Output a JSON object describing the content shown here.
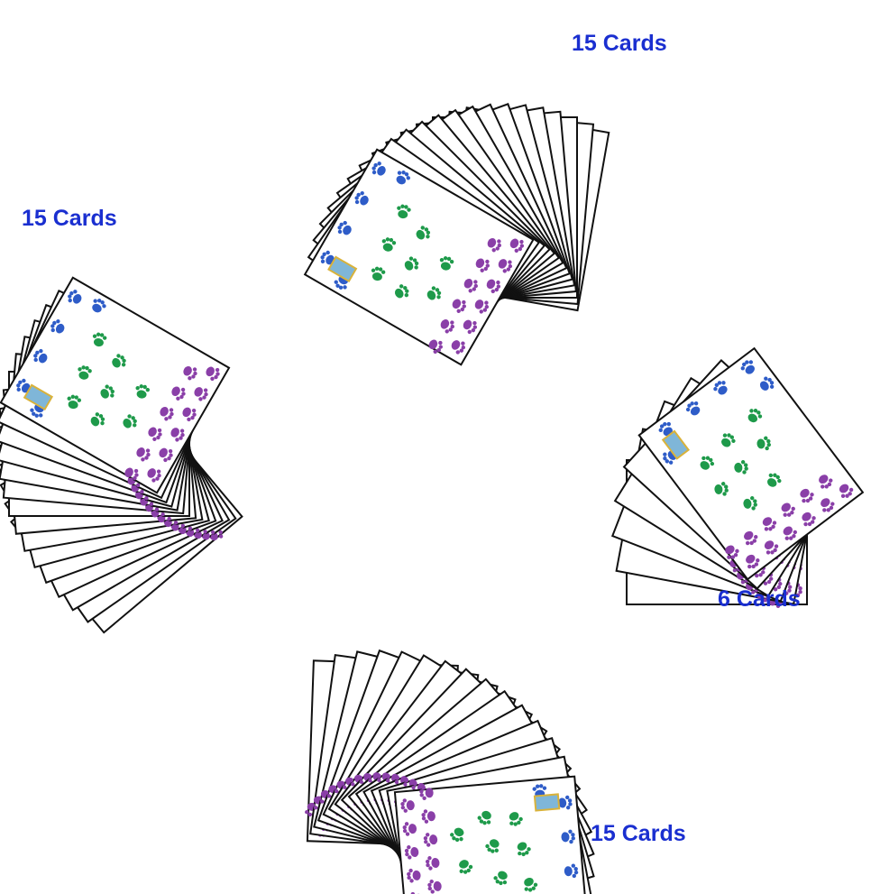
{
  "colors": {
    "label": "#1a2fd0",
    "purple_print": "#8a3fa8",
    "green_print": "#1e9a4a",
    "blue_print": "#2e5cc8",
    "card_border": "#111111",
    "card_face": "#ffffff",
    "tag_gold": "#d9b23a",
    "tag_blue": "#7fb6d8"
  },
  "icons": [
    "paw-print-icon",
    "card-tag-icon"
  ],
  "hands": [
    {
      "id": "top",
      "label": "15 Cards",
      "card_count": 15
    },
    {
      "id": "left",
      "label": "15 Cards",
      "card_count": 15
    },
    {
      "id": "right",
      "label": "6 Cards",
      "card_count": 6
    },
    {
      "id": "bottom",
      "label": "15 Cards",
      "card_count": 15
    }
  ]
}
